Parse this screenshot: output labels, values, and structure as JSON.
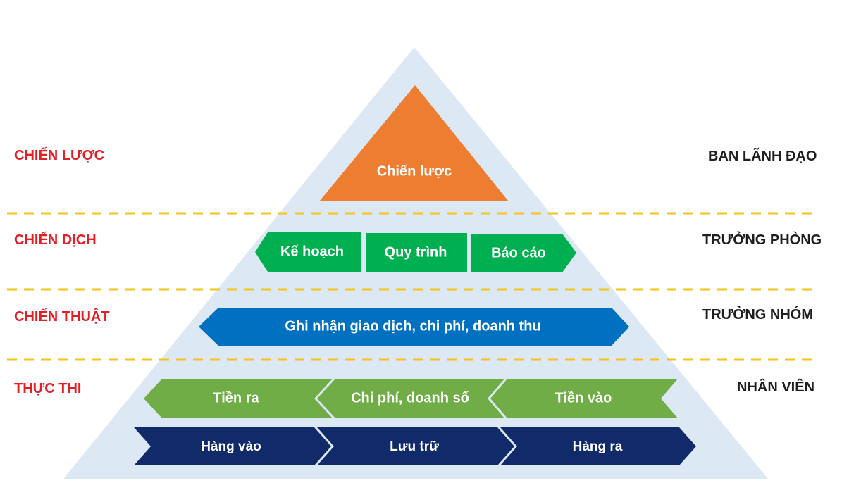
{
  "colors": {
    "pyramid": "#dce8f3",
    "strategy": "#ed7d31",
    "campaign": "#00b050",
    "tactics": "#0070c0",
    "execution_top": "#70ad47",
    "execution_bottom": "#102a6a",
    "divider": "#f5c518",
    "left_labels": "#e31e24"
  },
  "levels": {
    "strategy": {
      "left": "CHIẾN LƯỢC",
      "right": "BAN LÃNH ĐẠO"
    },
    "campaign": {
      "left": "CHIẾN DỊCH",
      "right": "TRƯỞNG PHÒNG"
    },
    "tactics": {
      "left": "CHIẾN THUẬT",
      "right": "TRƯỞNG NHÓM"
    },
    "execution": {
      "left": "THỰC THI",
      "right": "NHÂN VIÊN"
    }
  },
  "boxes": {
    "strategy": "Chiến lược",
    "campaign": [
      "Kế hoạch",
      "Quy trình",
      "Báo cáo"
    ],
    "tactics": "Ghi nhận giao dịch, chi phí, doanh thu",
    "execution_top": [
      "Tiền ra",
      "Chi phí, doanh số",
      "Tiền vào"
    ],
    "execution_bottom": [
      "Hàng vào",
      "Lưu trữ",
      "Hàng ra"
    ]
  }
}
